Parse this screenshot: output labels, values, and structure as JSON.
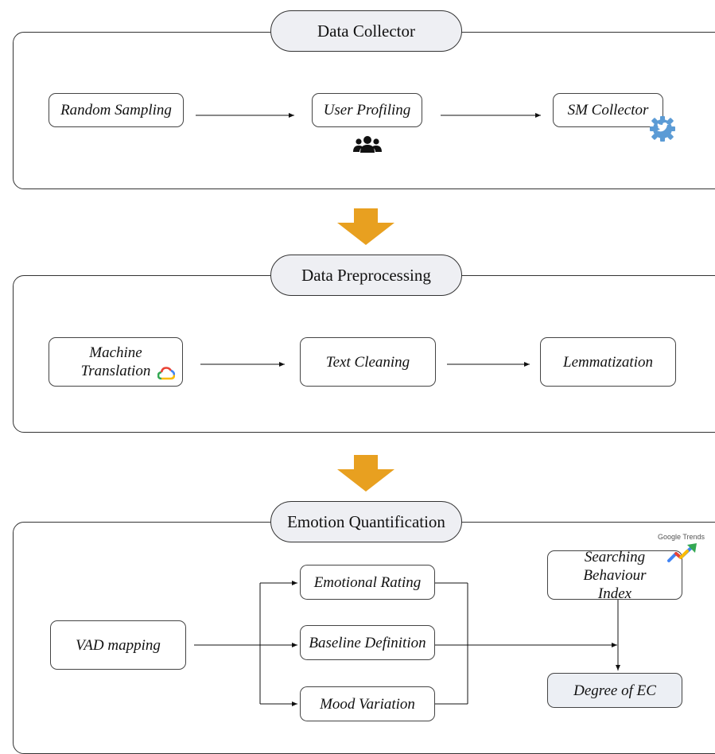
{
  "stages": [
    {
      "title": "Data Collector",
      "boxes": [
        "Random Sampling",
        "User Profiling",
        "SM Collector"
      ]
    },
    {
      "title": "Data Preprocessing",
      "boxes": [
        "Machine Translation",
        "Text Cleaning",
        "Lemmatization"
      ]
    },
    {
      "title": "Emotion Quantification",
      "boxes": {
        "vad": "VAD mapping",
        "emotional_rating": "Emotional Rating",
        "baseline": "Baseline Definition",
        "mood": "Mood Variation",
        "searching": "Searching Behaviour Index",
        "degree": "Degree of EC"
      },
      "logo_text": "Google Trends"
    }
  ],
  "colors": {
    "stage_arrow": "#e8a020",
    "pill_fill": "#eeeff3",
    "twitter_gear": "#5b9bd5"
  },
  "icons": [
    "users-icon",
    "twitter-gear-icon",
    "google-cloud-icon",
    "google-trends-icon"
  ]
}
